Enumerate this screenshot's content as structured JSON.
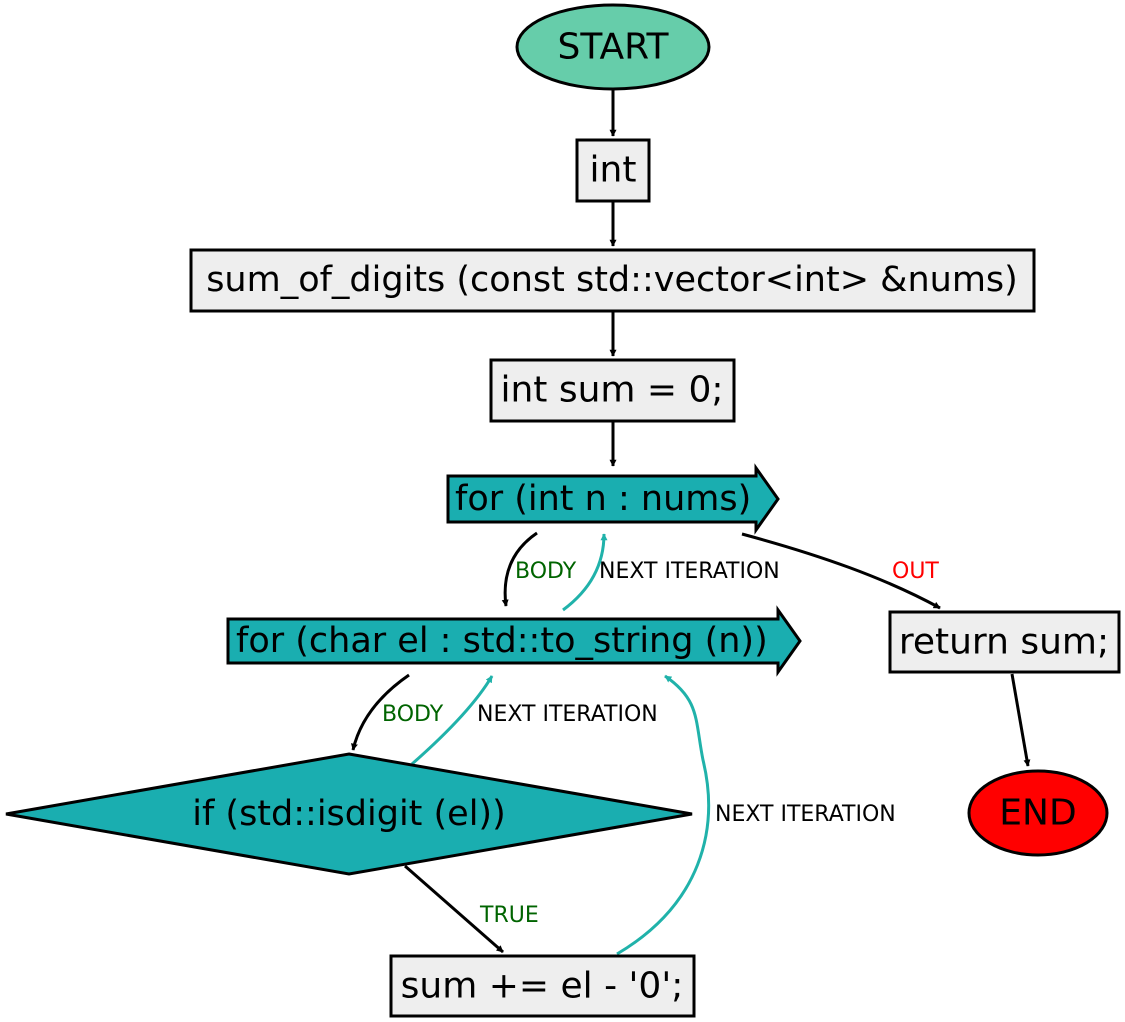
{
  "nodes": {
    "start": "START",
    "return_type": "int",
    "signature": "sum_of_digits (const std::vector<int> &nums)",
    "init": "int sum = 0;",
    "outer_loop": "for (int n : nums)",
    "inner_loop": "for (char el : std::to_string (n))",
    "condition": "if (std::isdigit (el))",
    "accumulate": "sum += el - '0';",
    "return_stmt": "return sum;",
    "end": "END"
  },
  "edges": {
    "outer_body": "BODY",
    "outer_next": "NEXT ITERATION",
    "outer_out": "OUT",
    "inner_body": "BODY",
    "inner_next": "NEXT ITERATION",
    "if_true": "TRUE",
    "acc_next": "NEXT ITERATION"
  },
  "colors": {
    "start_fill": "#66cdaa",
    "end_fill": "#ff0000",
    "statement_fill": "#eeeeee",
    "loop_fill": "#1aaeb0",
    "flow_edge": "#000000",
    "loop_edge": "#20b2aa",
    "body_label": "#006400",
    "out_label": "#ff0000"
  }
}
